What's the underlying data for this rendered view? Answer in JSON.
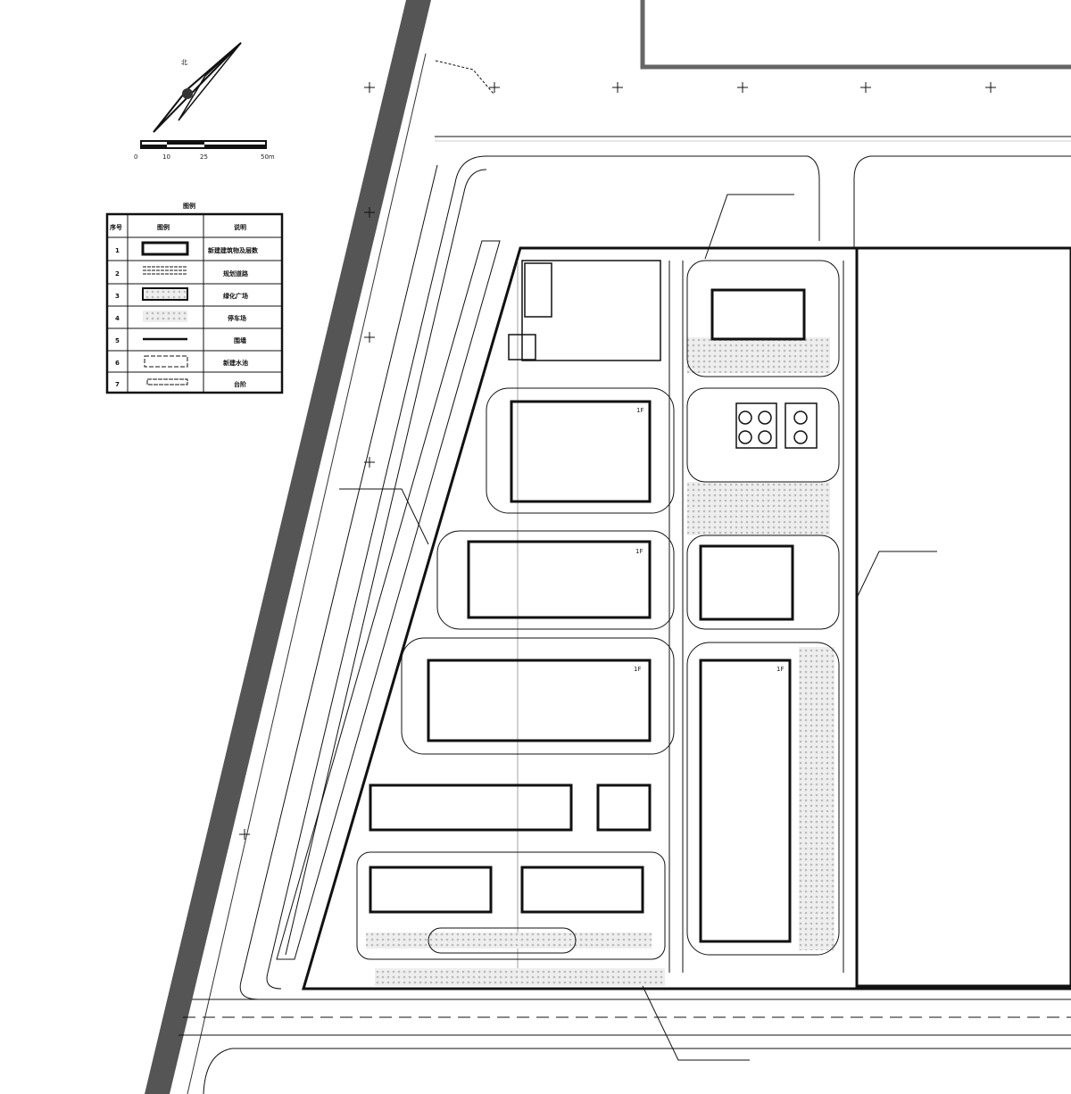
{
  "north": {
    "label": "北"
  },
  "scale_bar": {
    "ticks": [
      "0",
      "10",
      "25",
      "50m"
    ]
  },
  "legend": {
    "title": "图例",
    "headers": [
      "序号",
      "图例",
      "说明"
    ],
    "rows": [
      {
        "no": "1",
        "desc": "新建建筑物及层数"
      },
      {
        "no": "2",
        "desc": "规划道路"
      },
      {
        "no": "3",
        "desc": "绿化广场"
      },
      {
        "no": "4",
        "desc": "停车场"
      },
      {
        "no": "5",
        "desc": "围墙"
      },
      {
        "no": "6",
        "desc": "新建水池"
      },
      {
        "no": "7",
        "desc": "台阶"
      }
    ]
  },
  "floors_marker": "1F",
  "colors": {
    "line": "#111111",
    "road_band": "#555555",
    "hatch": "#cccccc"
  }
}
